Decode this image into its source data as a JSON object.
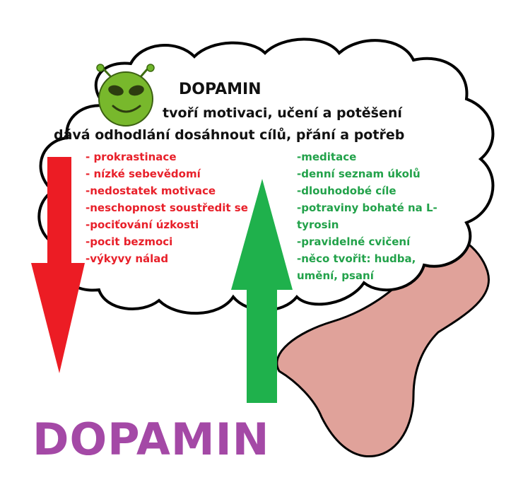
{
  "header": {
    "title": "DOPAMIN",
    "line1": "tvoří motivaci, učení a potěšení",
    "line2": "dává odhodlání dosáhnout cílů, přání a potřeb"
  },
  "deficiency_list": {
    "color": "#e8202a",
    "items": [
      "- prokrastinace",
      "- nízké sebevědomí",
      "-nedostatek motivace",
      "-neschopnost soustředit se",
      "-pociťování úzkosti",
      "-pocit bezmoci",
      "-výkyvy nálad"
    ]
  },
  "boost_list": {
    "color": "#22a24a",
    "items": [
      "-meditace",
      "-denní seznam úkolů",
      "-dlouhodobé cíle",
      "-potraviny bohaté na L-tyrosin",
      "-pravidelné cvičení",
      "-něco tvořit: hudba, umění, psaní"
    ]
  },
  "bottom_label": "DOPAMIN",
  "colors": {
    "down_arrow": "#ec1c24",
    "up_arrow": "#1fb14c",
    "brain_stem": "#e0a29a",
    "label": "#a449a6"
  },
  "icons": [
    "brain-cloud-icon",
    "brain-stem-icon",
    "alien-smiley-icon",
    "down-arrow-icon",
    "up-arrow-icon"
  ]
}
